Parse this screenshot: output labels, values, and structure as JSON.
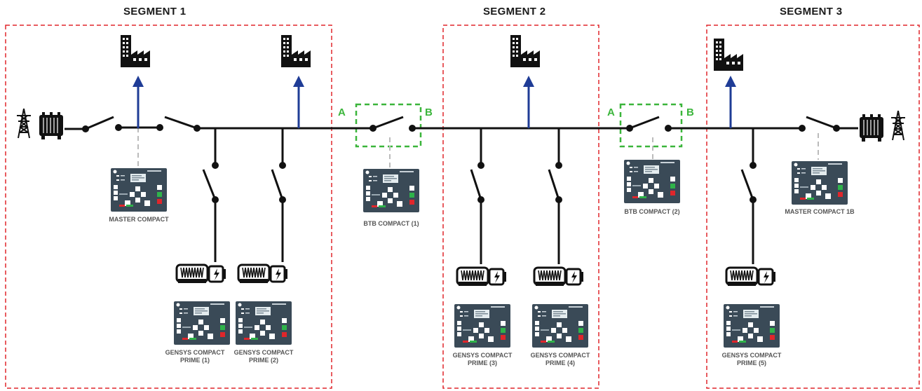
{
  "segments": [
    {
      "title": "SEGMENT 1"
    },
    {
      "title": "SEGMENT 2"
    },
    {
      "title": "SEGMENT 3"
    }
  ],
  "breakers": [
    {
      "side_a": "A",
      "side_b": "B"
    },
    {
      "side_a": "A",
      "side_b": "B"
    }
  ],
  "controllers": {
    "master": "MASTER COMPACT",
    "btb1": "BTB COMPACT (1)",
    "btb2": "BTB COMPACT (2)",
    "master1b": "MASTER COMPACT 1B",
    "gensys1_l1": "GENSYS COMPACT",
    "gensys1_l2": "PRIME (1)",
    "gensys2_l1": "GENSYS COMPACT",
    "gensys2_l2": "PRIME (2)",
    "gensys3_l1": "GENSYS COMPACT",
    "gensys3_l2": "PRIME (3)",
    "gensys4_l1": "GENSYS COMPACT",
    "gensys4_l2": "PRIME (4)",
    "gensys5_l1": "GENSYS COMPACT",
    "gensys5_l2": "PRIME (5)"
  },
  "colors": {
    "segment_border": "#e0262b",
    "bus": "#111111",
    "load_arrow": "#1f3c96",
    "btb_box": "#3bb53b",
    "controller_body": "#3a4a57",
    "dashed_link": "#bbbbbb"
  },
  "icons": [
    "pylon-icon",
    "transformer-icon",
    "factory-icon",
    "generator-icon",
    "controller-icon"
  ]
}
